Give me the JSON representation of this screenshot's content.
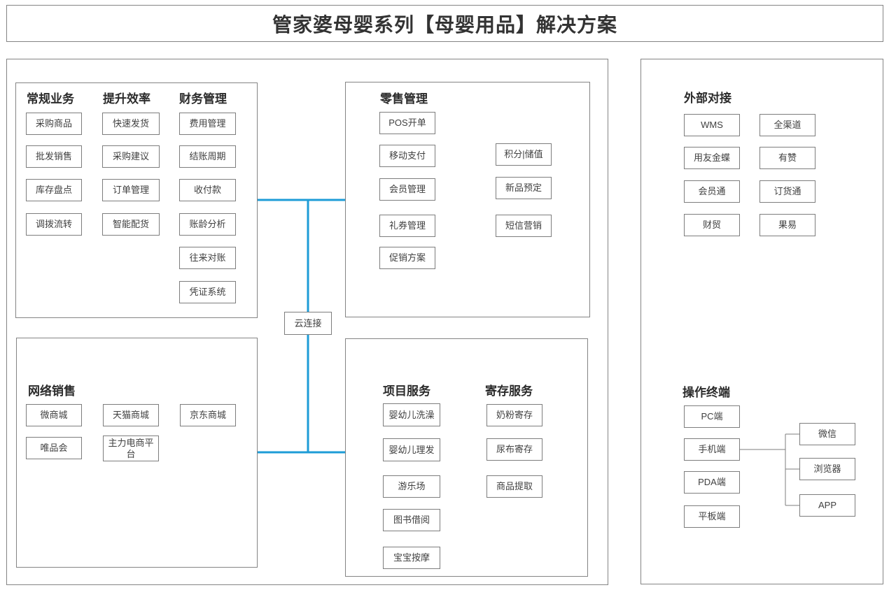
{
  "title": "管家婆母婴系列【母婴用品】解决方案",
  "colors": {
    "accent_blue": "#1E9CD7",
    "border_gray": "#7d7d7d",
    "text_dark": "#333333"
  },
  "cloud": {
    "label": "云连接"
  },
  "left_panel": {
    "regular": {
      "heading": "常规业务",
      "items": [
        "采购商品",
        "批发销售",
        "库存盘点",
        "调拨流转"
      ]
    },
    "efficiency": {
      "heading": "提升效率",
      "items": [
        "快速发货",
        "采购建议",
        "订单管理",
        "智能配货"
      ]
    },
    "finance": {
      "heading": "财务管理",
      "items": [
        "费用管理",
        "结账周期",
        "收付款",
        "账龄分析",
        "往来对账",
        "凭证系统"
      ]
    },
    "retail": {
      "heading": "零售管理",
      "items": [
        "POS开单",
        "移动支付",
        "会员管理",
        "礼券管理",
        "促销方案"
      ],
      "member_subs": [
        "积分|储值",
        "新品预定",
        "短信营销"
      ]
    },
    "online": {
      "heading": "网络销售",
      "items": [
        "微商城",
        "天猫商城",
        "京东商城",
        "唯品会",
        "主力电商平台"
      ]
    },
    "project": {
      "heading": "项目服务",
      "items": [
        "婴幼儿洗澡",
        "婴幼儿理发",
        "游乐场",
        "图书借阅",
        "宝宝按摩"
      ]
    },
    "deposit": {
      "heading": "寄存服务",
      "items": [
        "奶粉寄存",
        "尿布寄存",
        "商品提取"
      ]
    }
  },
  "right_panel": {
    "external": {
      "heading": "外部对接",
      "col1": [
        "WMS",
        "用友金蝶",
        "会员通",
        "财贸"
      ],
      "col2": [
        "全渠道",
        "有赞",
        "订货通",
        "果易"
      ]
    },
    "terminal": {
      "heading": "操作终端",
      "items": [
        "PC端",
        "手机端",
        "PDA端",
        "平板端"
      ],
      "mobile_subs": [
        "微信",
        "浏览器",
        "APP"
      ]
    }
  }
}
